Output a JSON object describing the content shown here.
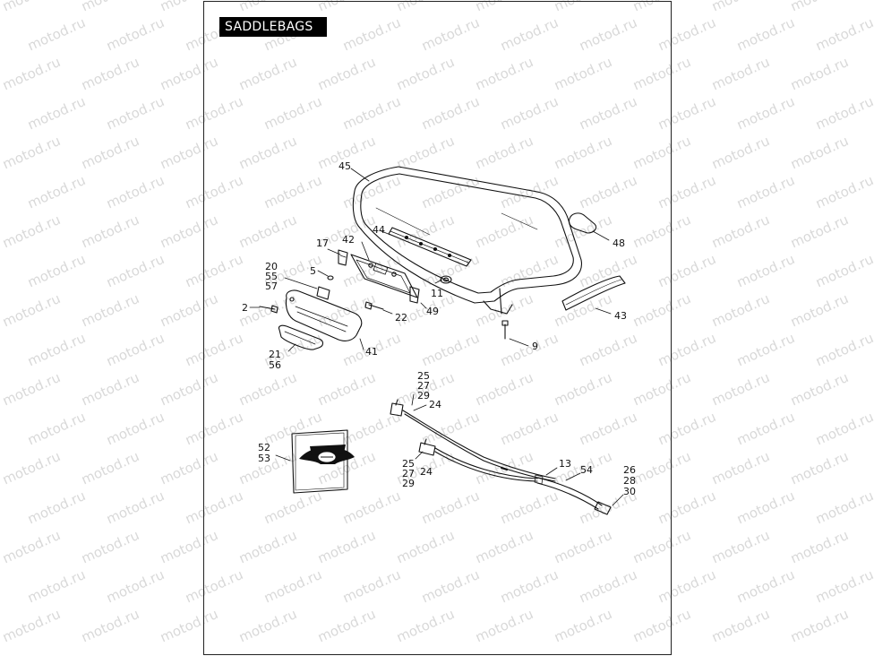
{
  "header": {
    "title": "SADDLEBAGS"
  },
  "watermark": {
    "text": "motod.ru"
  },
  "colors": {
    "ink": "#111111",
    "title_bg": "#000000",
    "title_fg": "#ffffff",
    "watermark": "#d9d9d9"
  },
  "callouts": {
    "c45": "45",
    "c44": "44",
    "c48": "48",
    "c17": "17",
    "c42": "42",
    "c5": "5",
    "c20": "20",
    "c55a": "55",
    "c57": "57",
    "c11": "11",
    "c2": "2",
    "c22": "22",
    "c49": "49",
    "c43": "43",
    "c9": "9",
    "c41": "41",
    "c21": "21",
    "c56": "56",
    "c25a": "25",
    "c27a": "27",
    "c29a": "29",
    "c24a": "24",
    "c52": "52",
    "c53": "53",
    "c25b": "25",
    "c27b": "27",
    "c29b": "29",
    "c24b": "24",
    "c13": "13",
    "c54": "54",
    "c26": "26",
    "c28": "28",
    "c30": "30"
  }
}
